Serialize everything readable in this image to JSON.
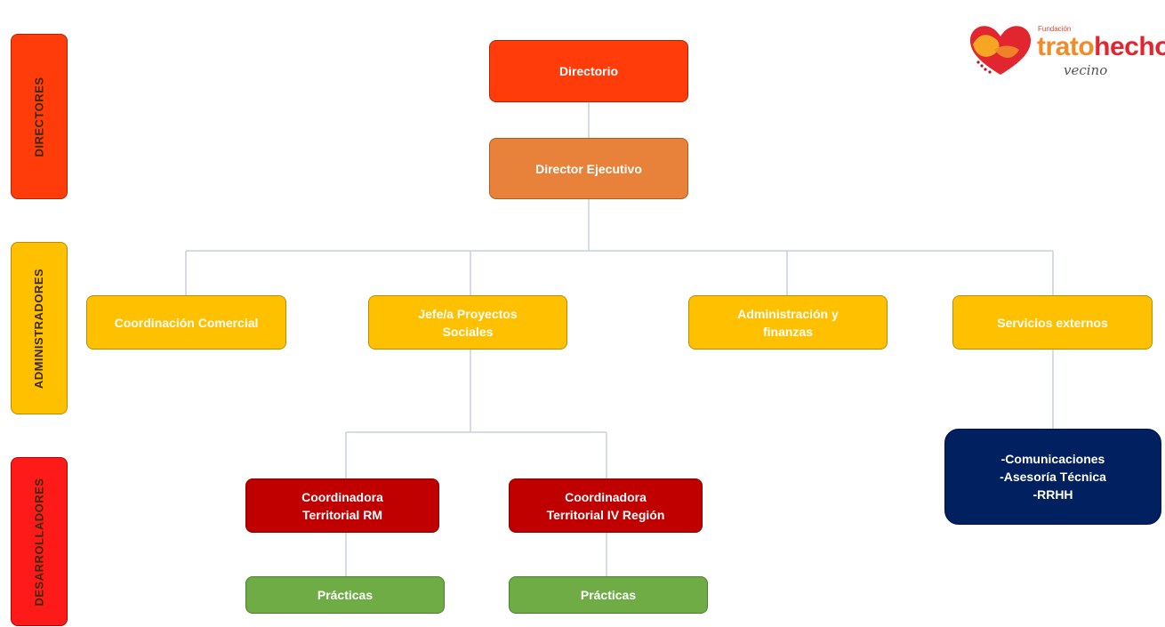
{
  "logo": {
    "small": "Fundación",
    "word1": "trato",
    "word2": "hecho",
    "script": "vecino"
  },
  "levels": {
    "directores": "DIRECTORES",
    "administradores": "ADMINISTRADORES",
    "desarrolladores": "DESARROLLADORES"
  },
  "nodes": {
    "directorio": "Directorio",
    "director_ejecutivo": "Director Ejecutivo",
    "coordinacion_comercial": "Coordinación Comercial",
    "jefe_proyectos": "Jefe/a Proyectos\nSociales",
    "administracion": "Administración y\nfinanzas",
    "servicios_externos": "Servicios externos",
    "coordinadora_rm": "Coordinadora\nTerritorial RM",
    "coordinadora_iv": "Coordinadora\nTerritorial IV Región",
    "practicas_1": "Prácticas",
    "practicas_2": "Prácticas",
    "servicios_detalle": "-Comunicaciones\n-Asesoría Técnica\n-RRHH"
  },
  "colors": {
    "directores": "#ff3c0a",
    "administradores": "#ffc000",
    "desarrolladores": "#ff1a1a",
    "connector": "#c9d1dc"
  }
}
